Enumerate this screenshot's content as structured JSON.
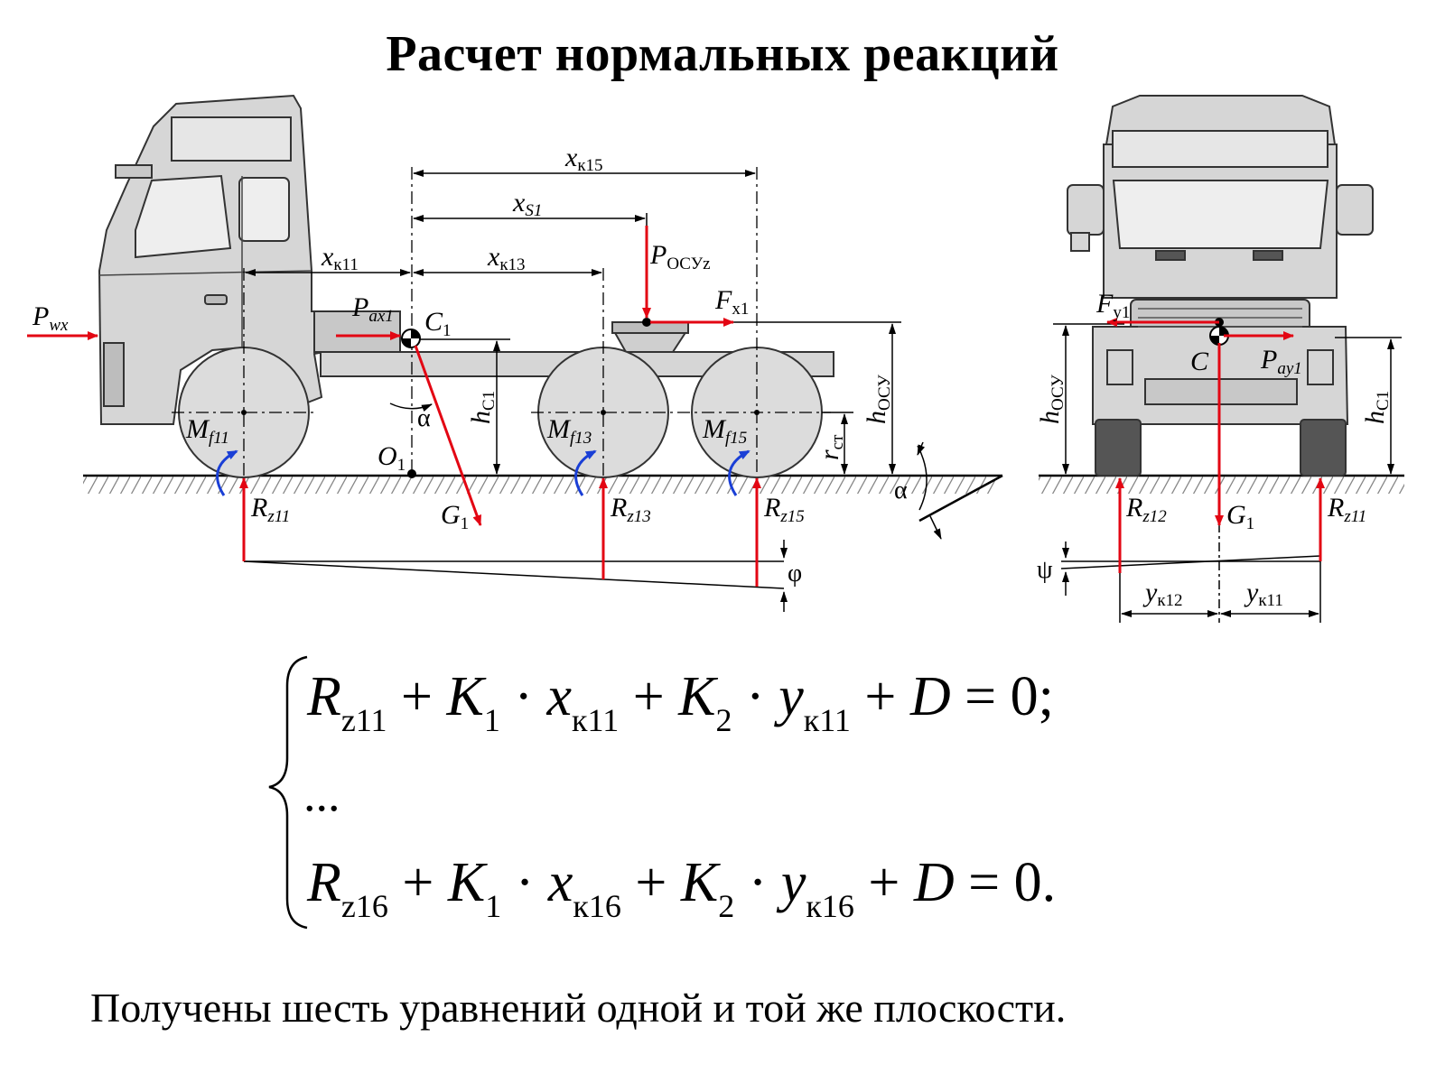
{
  "title": "Расчет нормальных реакций",
  "side_view": {
    "forces": {
      "wind": {
        "main": "P",
        "sub": "wx"
      },
      "inertia": {
        "main": "P",
        "sub": "ax1"
      },
      "fifth_wheel_vertical": {
        "main": "P",
        "sub": "ОСУz"
      },
      "fifth_wheel_longitudinal": {
        "main": "F",
        "sub": "x1"
      },
      "gravity": {
        "main": "G",
        "sub": "1"
      }
    },
    "points": {
      "mass_center": {
        "main": "C",
        "sub": "1"
      },
      "origin": {
        "main": "O",
        "sub": "1"
      }
    },
    "dimensions": {
      "x_k15": {
        "main": "x",
        "sub": "к15"
      },
      "x_s1": {
        "main": "x",
        "sub": "S1"
      },
      "x_k11": {
        "main": "x",
        "sub": "к11"
      },
      "x_k13": {
        "main": "x",
        "sub": "к13"
      },
      "h_c1": {
        "main": "h",
        "sub": "C1"
      },
      "h_osu": {
        "main": "h",
        "sub": "ОСУ"
      },
      "r_st": {
        "main": "r",
        "sub": "ст"
      }
    },
    "moments": [
      {
        "main": "M",
        "sub": "f11"
      },
      {
        "main": "M",
        "sub": "f13"
      },
      {
        "main": "M",
        "sub": "f15"
      }
    ],
    "reactions": [
      {
        "main": "R",
        "sub": "z11"
      },
      {
        "main": "R",
        "sub": "z13"
      },
      {
        "main": "R",
        "sub": "z15"
      }
    ],
    "angles": {
      "alpha": "α",
      "phi": "φ"
    }
  },
  "front_view": {
    "forces": {
      "lateral": {
        "main": "F",
        "sub": "y1"
      },
      "inertia": {
        "main": "P",
        "sub": "ay1"
      },
      "gravity": {
        "main": "G",
        "sub": "1"
      }
    },
    "point": "C",
    "dimensions": {
      "h_osu": {
        "main": "h",
        "sub": "ОСУ"
      },
      "h_c1": {
        "main": "h",
        "sub": "C1"
      },
      "y_k12": {
        "main": "y",
        "sub": "к12"
      },
      "y_k11": {
        "main": "y",
        "sub": "к11"
      }
    },
    "reactions": [
      {
        "main": "R",
        "sub": "z12"
      },
      {
        "main": "R",
        "sub": "z11"
      }
    ],
    "angle": "ψ"
  },
  "equations": {
    "first": {
      "R": "R",
      "R_sub": "z11",
      "K1": "K",
      "K1_sub": "1",
      "x": "x",
      "x_sub": "к11",
      "K2": "K",
      "K2_sub": "2",
      "y": "y",
      "y_sub": "к11",
      "D": "D",
      "rhs": "0;"
    },
    "ellipsis": "...",
    "last": {
      "R": "R",
      "R_sub": "z16",
      "K1": "K",
      "K1_sub": "1",
      "x": "x",
      "x_sub": "к16",
      "K2": "K",
      "K2_sub": "2",
      "y": "y",
      "y_sub": "к16",
      "D": "D",
      "rhs": "0."
    }
  },
  "caption": "Получены шесть уравнений одной и той же плоскости.",
  "colors": {
    "force": "#e30613",
    "moment": "#1a3fd6",
    "line": "#000000"
  }
}
